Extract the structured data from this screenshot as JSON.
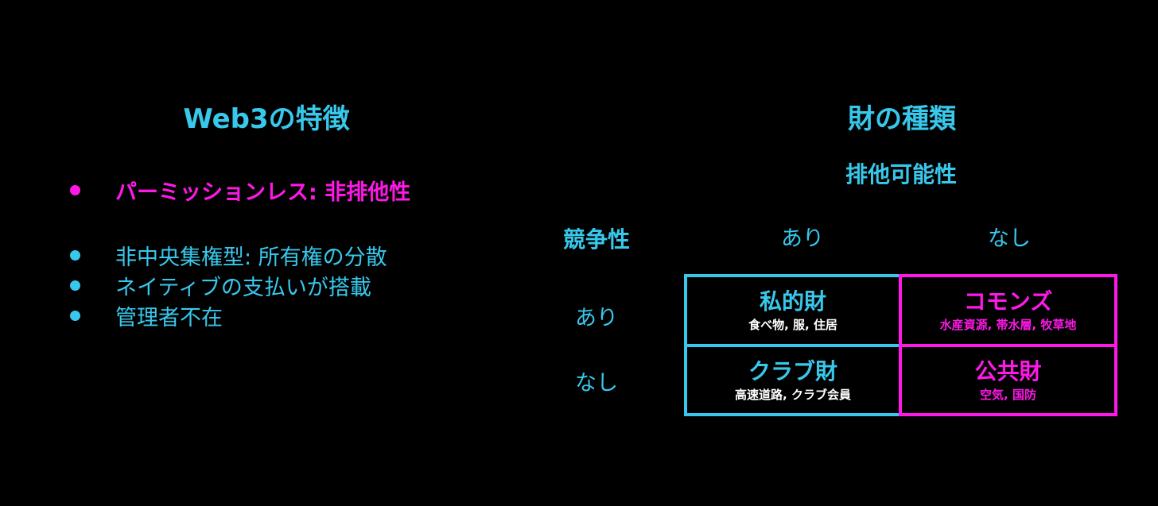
{
  "colors": {
    "background": "#000000",
    "cyan": "#38c8ec",
    "magenta": "#ff18e8",
    "white": "#ffffff"
  },
  "left": {
    "title": "Web3の特徴",
    "bullets": [
      {
        "text": "パーミッションレス:  非排他性",
        "highlight": true
      },
      {
        "text": "非中央集権型: 所有権の分散",
        "highlight": false
      },
      {
        "text": "ネイティブの支払いが搭載",
        "highlight": false
      },
      {
        "text": "管理者不在",
        "highlight": false
      }
    ]
  },
  "right": {
    "title": "財の種類",
    "x_axis_title": "排他可能性",
    "y_axis_title": "競争性",
    "columns": [
      "あり",
      "なし"
    ],
    "rows": [
      "あり",
      "なし"
    ],
    "cells": [
      {
        "name": "私的財",
        "examples": "食べ物, 服, 住居",
        "color": "cyan"
      },
      {
        "name": "コモンズ",
        "examples": "水産資源, 帯水層, 牧草地",
        "color": "magenta"
      },
      {
        "name": "クラブ財",
        "examples": "高速道路, クラブ会員",
        "color": "cyan"
      },
      {
        "name": "公共財",
        "examples": "空気, 国防",
        "color": "magenta"
      }
    ]
  }
}
